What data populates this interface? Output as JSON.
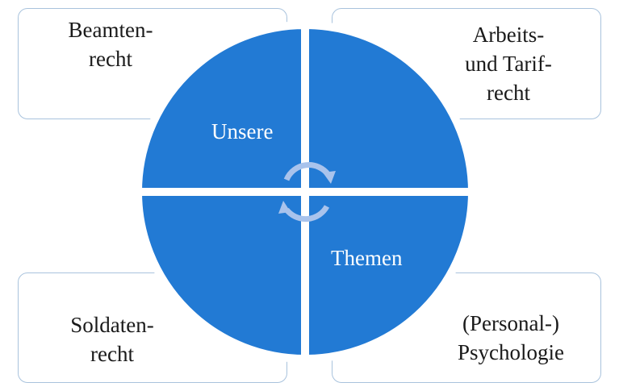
{
  "diagram": {
    "center_label_top": "Unsere",
    "center_label_bottom": "Themen",
    "quadrants": [
      {
        "id": "top-left",
        "lines": [
          "Beamten-",
          "recht"
        ]
      },
      {
        "id": "top-right",
        "lines": [
          "Arbeits-",
          "und Tarif-",
          "recht"
        ]
      },
      {
        "id": "bottom-left",
        "lines": [
          "Soldaten-",
          "recht"
        ]
      },
      {
        "id": "bottom-right",
        "lines": [
          "(Personal-)",
          "Psychologie"
        ]
      }
    ],
    "colors": {
      "circle_fill": "#227ad4",
      "box_border": "#a9c3dd",
      "arrow_fill": "#a9c3ec",
      "text": "#1a1a1a",
      "circle_text": "#ffffff"
    }
  }
}
